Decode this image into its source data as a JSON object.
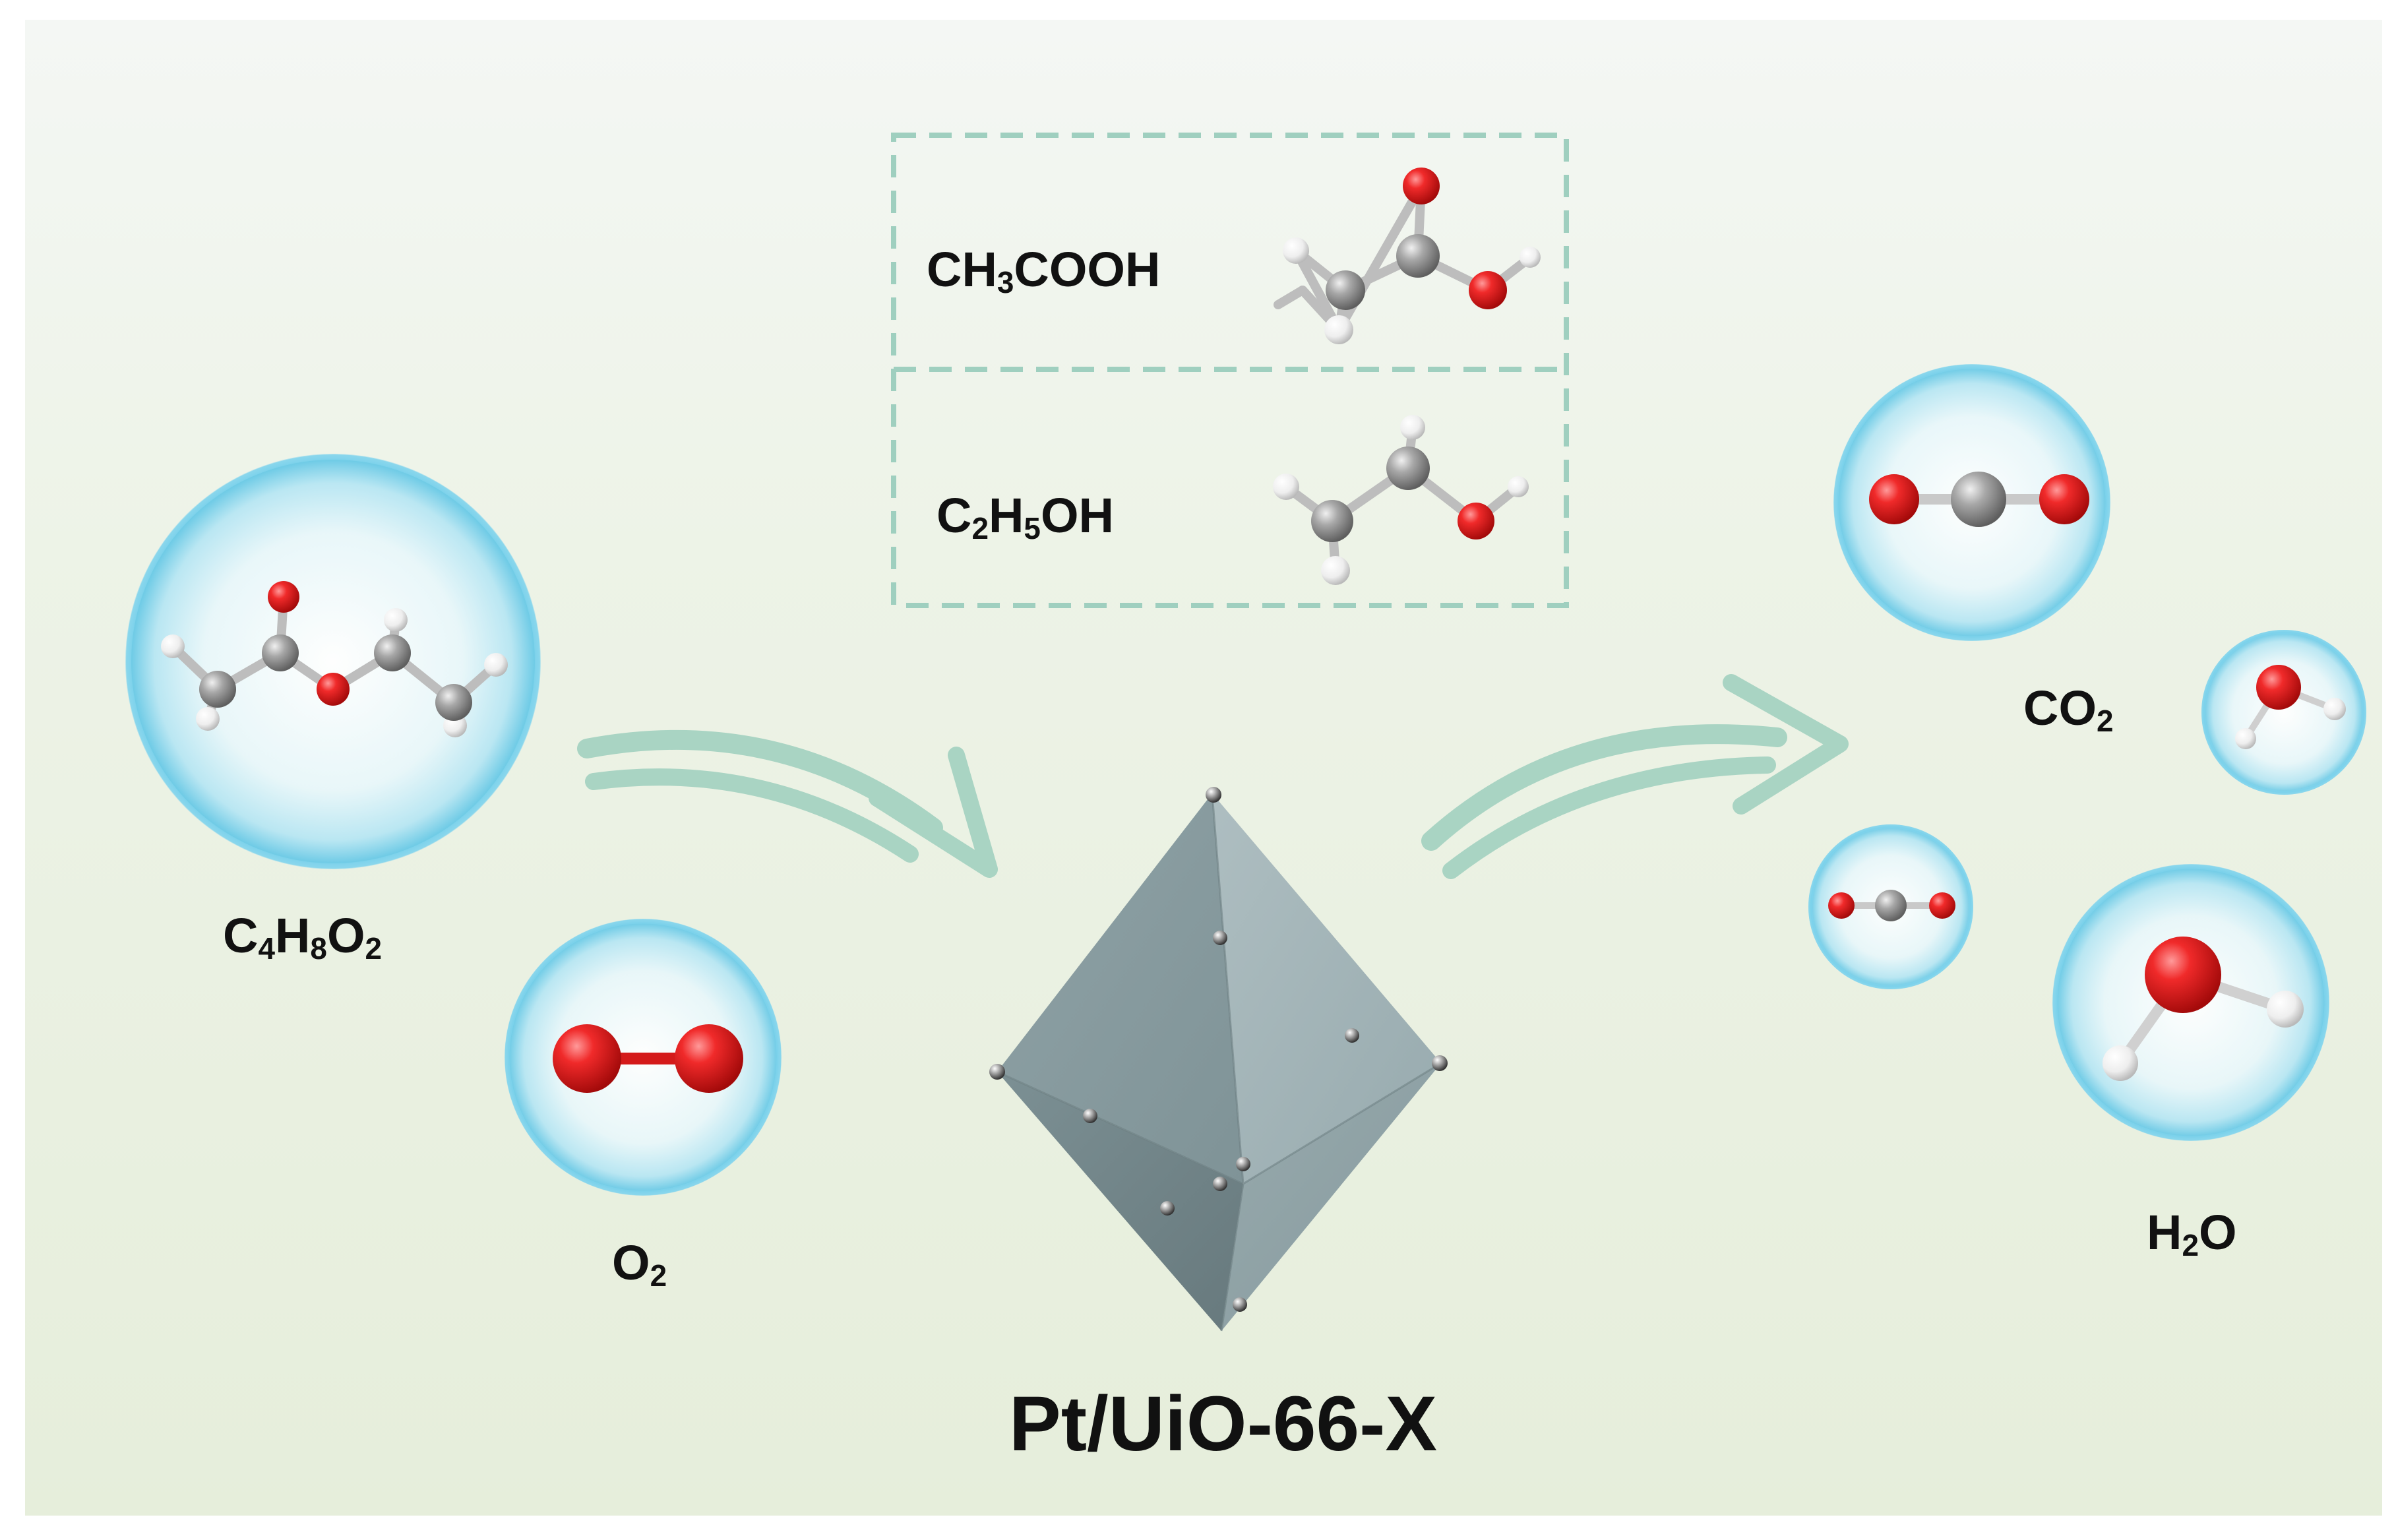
{
  "reactants": {
    "ethyl_acetate": {
      "text": "C",
      "s1": "4",
      "t2": "H",
      "s2": "8",
      "t3": "O",
      "s3": "2"
    },
    "oxygen": {
      "text": "O",
      "s1": "2"
    }
  },
  "intermediates": {
    "acetic_acid": {
      "text": "CH",
      "s1": "3",
      "t2": "COOH"
    },
    "ethanol": {
      "text": "C",
      "s1": "2",
      "t2": "H",
      "s2": "5",
      "t3": "OH"
    }
  },
  "catalyst": {
    "label": "Pt/UiO-66-X"
  },
  "products": {
    "carbon_dioxide": {
      "text": "CO",
      "s1": "2"
    },
    "water": {
      "text": "H",
      "s1": "2",
      "t2": "O"
    }
  },
  "colors": {
    "oxygen_atom": "#e4161b",
    "carbon_atom": "#9a9a9a",
    "hydrogen_atom": "#f4f4f4",
    "bubble_rim": "#7fd3ec",
    "arrow": "#a9d4c3",
    "dashed_box": "#9fcfbf",
    "octahedron": "#8fa3a7"
  },
  "icons": [
    "ethyl-acetate-molecule",
    "oxygen-molecule",
    "acetic-acid-molecule",
    "ethanol-molecule",
    "octahedron-crystal",
    "carbon-dioxide-molecule",
    "water-molecule"
  ]
}
